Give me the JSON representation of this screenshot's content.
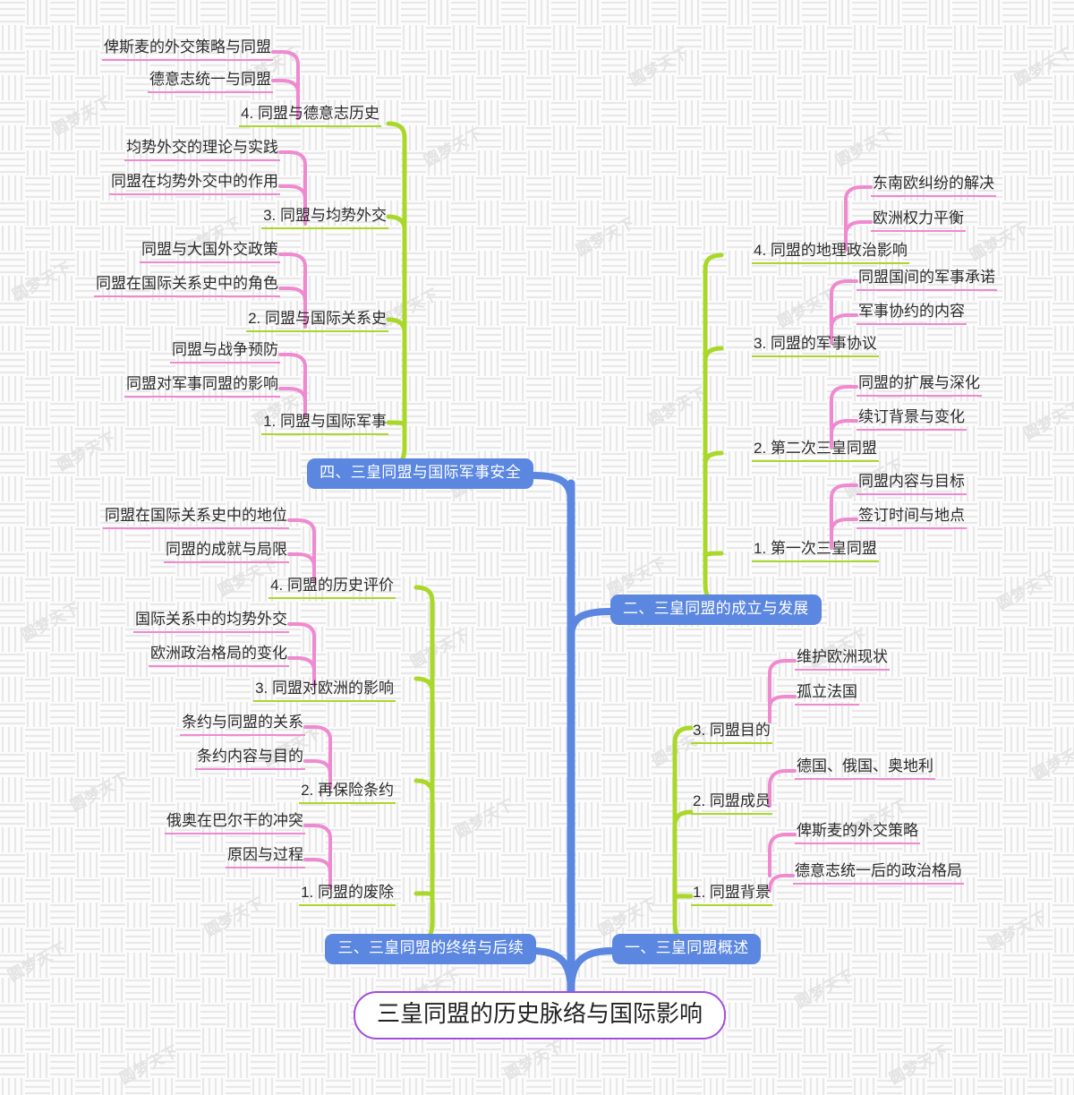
{
  "meta": {
    "watermark_text": "圆梦天下",
    "colors": {
      "root_border": "#a24ddb",
      "level1_fill": "#5b87e0",
      "level1_text": "#ffffff",
      "level2_accent": "#aad82a",
      "level3_accent": "#ef8ad0",
      "text": "#2b2b2b",
      "background": "#fcfcfc"
    }
  },
  "mindmap": {
    "root": {
      "label": "三皇同盟的历史脉络与国际影响"
    },
    "branches": [
      {
        "label": "一、三皇同盟概述",
        "side": "right",
        "children": [
          {
            "label": "1. 同盟背景",
            "children": [
              {
                "label": "俾斯麦的外交策略"
              },
              {
                "label": "德意志统一后的政治格局"
              }
            ]
          },
          {
            "label": "2. 同盟成员",
            "children": [
              {
                "label": "德国、俄国、奥地利"
              }
            ]
          },
          {
            "label": "3. 同盟目的",
            "children": [
              {
                "label": "维护欧洲现状"
              },
              {
                "label": "孤立法国"
              }
            ]
          }
        ]
      },
      {
        "label": "二、三皇同盟的成立与发展",
        "side": "right",
        "children": [
          {
            "label": "1. 第一次三皇同盟",
            "children": [
              {
                "label": "同盟内容与目标"
              },
              {
                "label": "签订时间与地点"
              }
            ]
          },
          {
            "label": "2. 第二次三皇同盟",
            "children": [
              {
                "label": "同盟的扩展与深化"
              },
              {
                "label": "续订背景与变化"
              }
            ]
          },
          {
            "label": "3. 同盟的军事协议",
            "children": [
              {
                "label": "同盟国间的军事承诺"
              },
              {
                "label": "军事协约的内容"
              }
            ]
          },
          {
            "label": "4. 同盟的地理政治影响",
            "children": [
              {
                "label": "东南欧纠纷的解决"
              },
              {
                "label": "欧洲权力平衡"
              }
            ]
          }
        ]
      },
      {
        "label": "三、三皇同盟的终结与后续",
        "side": "left",
        "children": [
          {
            "label": "1. 同盟的废除",
            "children": [
              {
                "label": "俄奥在巴尔干的冲突"
              },
              {
                "label": "原因与过程"
              }
            ]
          },
          {
            "label": "2. 再保险条约",
            "children": [
              {
                "label": "条约与同盟的关系"
              },
              {
                "label": "条约内容与目的"
              }
            ]
          },
          {
            "label": "3. 同盟对欧洲的影响",
            "children": [
              {
                "label": "国际关系中的均势外交"
              },
              {
                "label": "欧洲政治格局的变化"
              }
            ]
          },
          {
            "label": "4. 同盟的历史评价",
            "children": [
              {
                "label": "同盟在国际关系史中的地位"
              },
              {
                "label": "同盟的成就与局限"
              }
            ]
          }
        ]
      },
      {
        "label": "四、三皇同盟与国际军事安全",
        "side": "left",
        "children": [
          {
            "label": "1. 同盟与国际军事",
            "children": [
              {
                "label": "同盟与战争预防"
              },
              {
                "label": "同盟对军事同盟的影响"
              }
            ]
          },
          {
            "label": "2. 同盟与国际关系史",
            "children": [
              {
                "label": "同盟与大国外交政策"
              },
              {
                "label": "同盟在国际关系史中的角色"
              }
            ]
          },
          {
            "label": "3. 同盟与均势外交",
            "children": [
              {
                "label": "均势外交的理论与实践"
              },
              {
                "label": "同盟在均势外交中的作用"
              }
            ]
          },
          {
            "label": "4. 同盟与德意志历史",
            "children": [
              {
                "label": "德意志统一与同盟"
              },
              {
                "label": "俾斯麦的外交策略与同盟"
              }
            ]
          }
        ]
      }
    ]
  },
  "nodes": {
    "root": {
      "label": "三皇同盟的历史脉络与国际影响"
    },
    "b1": {
      "label": "一、三皇同盟概述"
    },
    "b1_1": {
      "label": "1. 同盟背景"
    },
    "b1_1a": {
      "label": "俾斯麦的外交策略"
    },
    "b1_1b": {
      "label": "德意志统一后的政治格局"
    },
    "b1_2": {
      "label": "2. 同盟成员"
    },
    "b1_2a": {
      "label": "德国、俄国、奥地利"
    },
    "b1_3": {
      "label": "3. 同盟目的"
    },
    "b1_3a": {
      "label": "维护欧洲现状"
    },
    "b1_3b": {
      "label": "孤立法国"
    },
    "b2": {
      "label": "二、三皇同盟的成立与发展"
    },
    "b2_1": {
      "label": "1. 第一次三皇同盟"
    },
    "b2_1a": {
      "label": "同盟内容与目标"
    },
    "b2_1b": {
      "label": "签订时间与地点"
    },
    "b2_2": {
      "label": "2. 第二次三皇同盟"
    },
    "b2_2a": {
      "label": "同盟的扩展与深化"
    },
    "b2_2b": {
      "label": "续订背景与变化"
    },
    "b2_3": {
      "label": "3. 同盟的军事协议"
    },
    "b2_3a": {
      "label": "同盟国间的军事承诺"
    },
    "b2_3b": {
      "label": "军事协约的内容"
    },
    "b2_4": {
      "label": "4. 同盟的地理政治影响"
    },
    "b2_4a": {
      "label": "东南欧纠纷的解决"
    },
    "b2_4b": {
      "label": "欧洲权力平衡"
    },
    "b3": {
      "label": "三、三皇同盟的终结与后续"
    },
    "b3_1": {
      "label": "1. 同盟的废除"
    },
    "b3_1a": {
      "label": "俄奥在巴尔干的冲突"
    },
    "b3_1b": {
      "label": "原因与过程"
    },
    "b3_2": {
      "label": "2. 再保险条约"
    },
    "b3_2a": {
      "label": "条约与同盟的关系"
    },
    "b3_2b": {
      "label": "条约内容与目的"
    },
    "b3_3": {
      "label": "3. 同盟对欧洲的影响"
    },
    "b3_3a": {
      "label": "国际关系中的均势外交"
    },
    "b3_3b": {
      "label": "欧洲政治格局的变化"
    },
    "b3_4": {
      "label": "4. 同盟的历史评价"
    },
    "b3_4a": {
      "label": "同盟在国际关系史中的地位"
    },
    "b3_4b": {
      "label": "同盟的成就与局限"
    },
    "b4": {
      "label": "四、三皇同盟与国际军事安全"
    },
    "b4_1": {
      "label": "1. 同盟与国际军事"
    },
    "b4_1a": {
      "label": "同盟与战争预防"
    },
    "b4_1b": {
      "label": "同盟对军事同盟的影响"
    },
    "b4_2": {
      "label": "2. 同盟与国际关系史"
    },
    "b4_2a": {
      "label": "同盟与大国外交政策"
    },
    "b4_2b": {
      "label": "同盟在国际关系史中的角色"
    },
    "b4_3": {
      "label": "3. 同盟与均势外交"
    },
    "b4_3a": {
      "label": "均势外交的理论与实践"
    },
    "b4_3b": {
      "label": "同盟在均势外交中的作用"
    },
    "b4_4": {
      "label": "4. 同盟与德意志历史"
    },
    "b4_4a": {
      "label": "德意志统一与同盟"
    },
    "b4_4b": {
      "label": "俾斯麦的外交策略与同盟"
    }
  }
}
